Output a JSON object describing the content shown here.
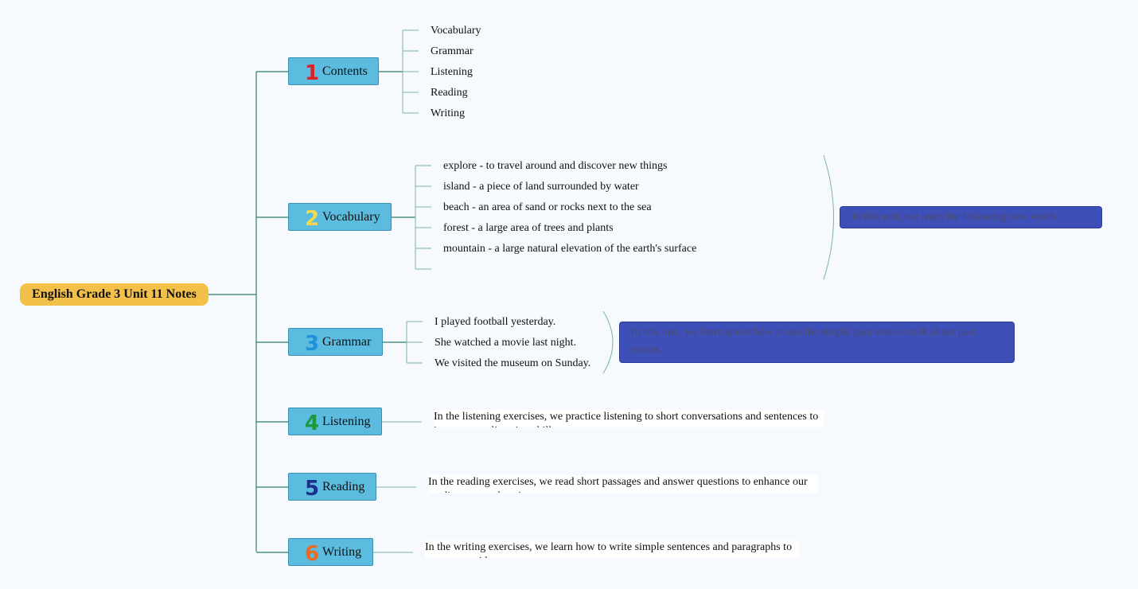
{
  "root": {
    "label": "English Grade 3 Unit 11 Notes"
  },
  "topics": [
    {
      "num": "1",
      "num_color": "#d8232a",
      "label": "Contents",
      "items": [
        "Vocabulary",
        "Grammar",
        "Listening",
        "Reading",
        "Writing"
      ]
    },
    {
      "num": "2",
      "num_color": "#f2d94e",
      "label": "Vocabulary",
      "items": [
        "explore - to travel around and discover new things",
        "island - a piece of land surrounded by water",
        "beach - an area of sand or rocks next to the sea",
        "forest - a large area of trees and plants",
        "mountain - a large natural elevation of the earth's surface"
      ],
      "summary": "In this unit, we learn the following new words:"
    },
    {
      "num": "3",
      "num_color": "#1e90d8",
      "label": "Grammar",
      "items": [
        "I played football yesterday.",
        "She watched a movie last night.",
        "We visited the museum on Sunday."
      ],
      "summary": "In this unit, we learn about how to use the simple past tense to talk about past events."
    },
    {
      "num": "4",
      "num_color": "#1a9a3a",
      "label": "Listening",
      "text": "In the listening exercises, we practice listening to short conversations and sentences to improve our listening skills."
    },
    {
      "num": "5",
      "num_color": "#1b2f8c",
      "label": "Reading",
      "text": "In the reading exercises, we read short passages and answer questions to enhance our reading comprehension."
    },
    {
      "num": "6",
      "num_color": "#ef6a1f",
      "label": "Writing",
      "text": "In the writing exercises, we learn how to write simple sentences and paragraphs to express our ideas."
    }
  ],
  "colors": {
    "connector": "#2e7d6a",
    "leaf_line": "#7fb3a6",
    "root_fill": "#f3c14a",
    "topic_fill": "#5bbcdf",
    "summary_fill": "#3f4fb8",
    "background": "#f6f9fe"
  }
}
